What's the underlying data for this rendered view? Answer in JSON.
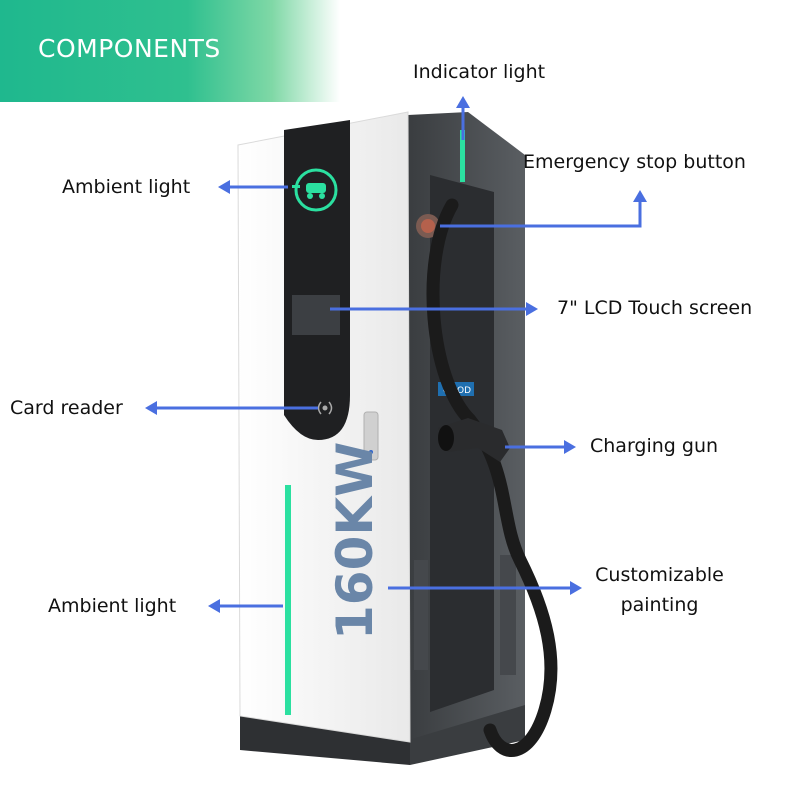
{
  "banner": {
    "title": "COMPONENTS"
  },
  "labels": {
    "indicator_light": "Indicator light",
    "emergency_stop": "Emergency stop button",
    "ambient_light_top": "Ambient light",
    "lcd_screen": "7\" LCD Touch screen",
    "card_reader": "Card reader",
    "charging_gun": "Charging gun",
    "customizable_painting_1": "Customizable",
    "customizable_painting_2": "painting",
    "ambient_light_bottom": "Ambient light"
  },
  "charger": {
    "power_text": "160KW",
    "logo_text": "GOOD"
  },
  "colors": {
    "accent_green": "#1fb88e",
    "arrow_blue": "#4a6fe0",
    "body_white": "#f4f4f4",
    "text_blue": "#6a86a8"
  }
}
